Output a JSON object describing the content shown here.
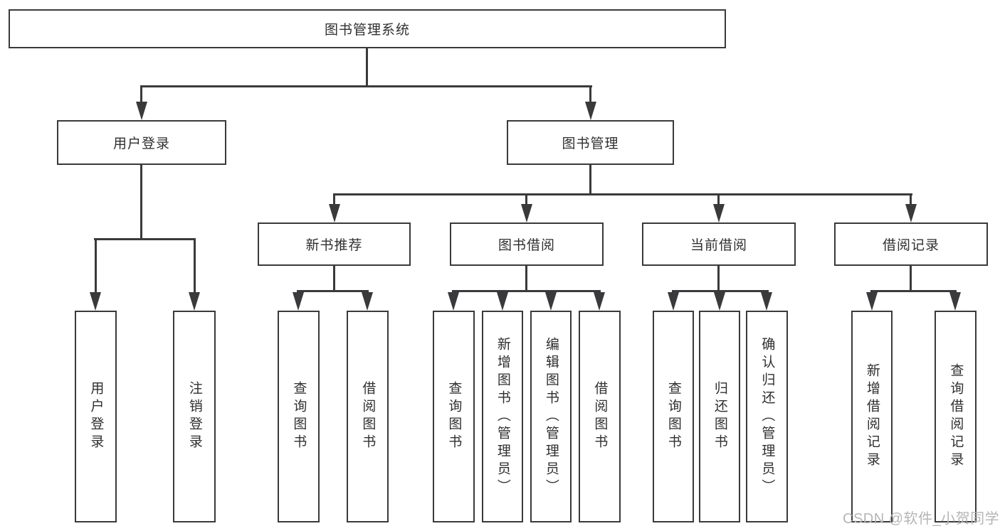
{
  "diagram": {
    "title": "图书管理系统",
    "boxes": {
      "root": "图书管理系统",
      "level2": [
        "用户登录",
        "图书管理"
      ],
      "level3": [
        "新书推荐",
        "图书借阅",
        "当前借阅",
        "借阅记录"
      ],
      "leaves_login": [
        "用户登录",
        "注销登录"
      ],
      "leaves_newbook": [
        "查询图书",
        "借阅图书"
      ],
      "leaves_borrow": [
        "查询图书",
        "新增图书（管理员）",
        "编辑图书（管理员）",
        "借阅图书"
      ],
      "leaves_current": [
        "查询图书",
        "归还图书",
        "确认归还（管理员）"
      ],
      "leaves_record": [
        "新增借阅记录",
        "查询借阅记录"
      ]
    },
    "colors": {
      "line": "#3a3a3c",
      "box_border": "#3a3a3c",
      "box_background": "#ffffff",
      "text": "#2f2f31",
      "watermark": "#b5b5b5"
    }
  },
  "watermark": {
    "text": "CSDN @软件_小贺同学"
  }
}
